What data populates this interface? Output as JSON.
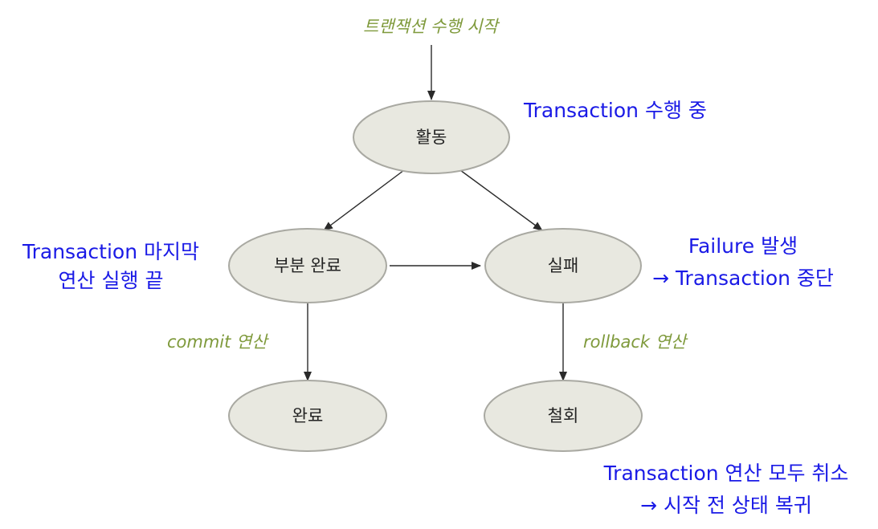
{
  "start_label": "트랜잭션 수행 시작",
  "states": {
    "active": "활동",
    "partially_committed": "부분 완료",
    "failed": "실패",
    "committed": "완료",
    "aborted": "철회"
  },
  "edge_labels": {
    "commit": "commit 연산",
    "rollback": "rollback 연산"
  },
  "notes": {
    "active": "Transaction 수행 중",
    "partially_committed_line1": "Transaction 마지막",
    "partially_committed_line2": "연산 실행 끝",
    "failed_line1": "Failure 발생",
    "failed_line2": "→ Transaction 중단",
    "aborted_line1": "Transaction 연산 모두 취소",
    "aborted_line2": "→ 시작 전 상태 복귀"
  },
  "colors": {
    "node_fill": "#e8e8e0",
    "handwritten_green": "#7f9a3c",
    "note_blue": "#1a1ae6"
  }
}
